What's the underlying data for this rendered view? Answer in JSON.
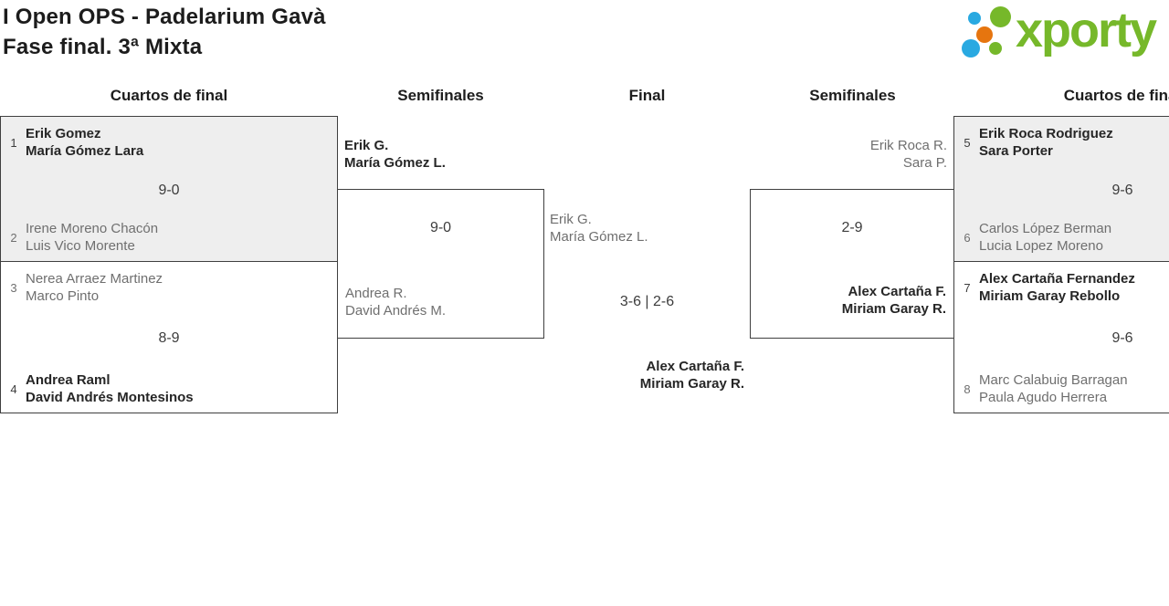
{
  "title": {
    "line1": "I Open OPS - Padelarium Gavà",
    "line2": "Fase final. 3ª Mixta"
  },
  "logo": {
    "text": "xporty",
    "dots": [
      "blue-small",
      "green-large",
      "orange",
      "blue-large",
      "green-small"
    ]
  },
  "headers": {
    "qf_left": "Cuartos de final",
    "sf_left": "Semifinales",
    "final": "Final",
    "sf_right": "Semifinales",
    "qf_right": "Cuartos de final"
  },
  "matches": {
    "qf1": {
      "seed_a": "1",
      "team_a1": "Erik Gomez",
      "team_a2": "María Gómez Lara",
      "score": "9-0",
      "seed_b": "2",
      "team_b1": "Irene Moreno Chacón",
      "team_b2": "Luis Vico Morente"
    },
    "qf2": {
      "seed_a": "3",
      "team_a1": "Nerea Arraez Martinez",
      "team_a2": "Marco Pinto",
      "score": "8-9",
      "seed_b": "4",
      "team_b1": "Andrea Raml",
      "team_b2": "David Andrés Montesinos"
    },
    "sf1": {
      "winner1": "Erik G.",
      "winner2": "María Gómez L.",
      "score": "9-0",
      "loser1": "Andrea R.",
      "loser2": "David Andrés M."
    },
    "final": {
      "runnerup1": "Erik G.",
      "runnerup2": "María Gómez L.",
      "score": "3-6 | 2-6",
      "champion1": "Alex Cartaña F.",
      "champion2": "Miriam Garay R."
    },
    "sf2": {
      "loser1": "Erik Roca R.",
      "loser2": "Sara P.",
      "score": "2-9",
      "winner1": "Alex Cartaña F.",
      "winner2": "Miriam Garay R."
    },
    "qf3": {
      "seed_a": "5",
      "team_a1": "Erik Roca Rodriguez",
      "team_a2": "Sara Porter",
      "score": "9-6",
      "seed_b": "6",
      "team_b1": "Carlos López Berman",
      "team_b2": "Lucia Lopez Moreno"
    },
    "qf4": {
      "seed_a": "7",
      "team_a1": "Alex Cartaña Fernandez",
      "team_a2": "Miriam Garay Rebollo",
      "score": "9-6",
      "seed_b": "8",
      "team_b1": "Marc Calabuig Barragan",
      "team_b2": "Paula Agudo Herrera"
    }
  },
  "colors": {
    "brand_green": "#76b82a",
    "brand_blue": "#29a9e1",
    "brand_orange": "#e6750f",
    "winner_text": "#262626",
    "loser_text": "#6f6f6f",
    "box_fill": "#eeeeee",
    "box_border": "#3f3f3f"
  }
}
